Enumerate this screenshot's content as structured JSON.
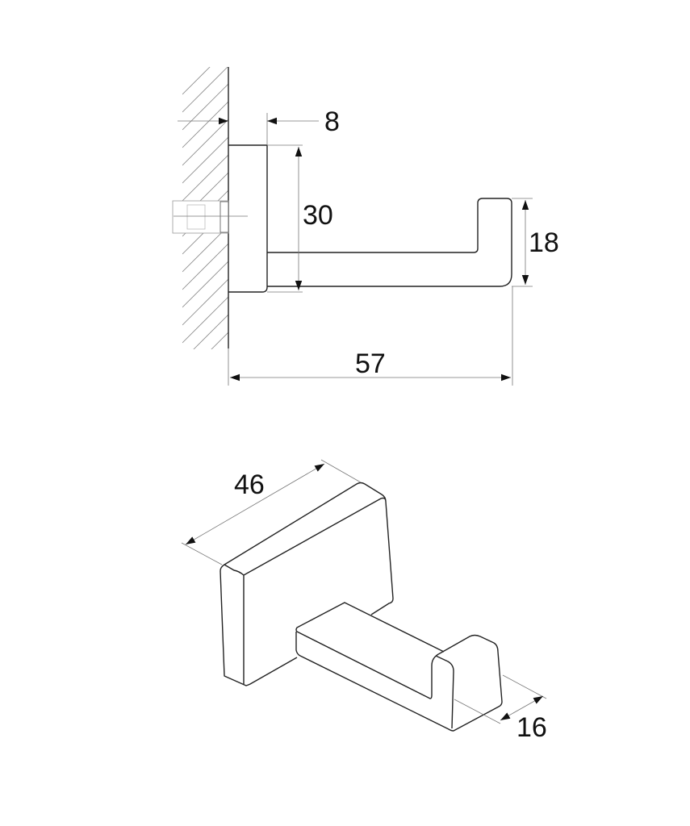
{
  "side_view": {
    "dimensions": {
      "base_depth": "8",
      "plate_height": "30",
      "hook_height": "18",
      "total_depth": "57"
    }
  },
  "iso_view": {
    "dimensions": {
      "plate_width": "46",
      "hook_width": "16"
    }
  }
}
